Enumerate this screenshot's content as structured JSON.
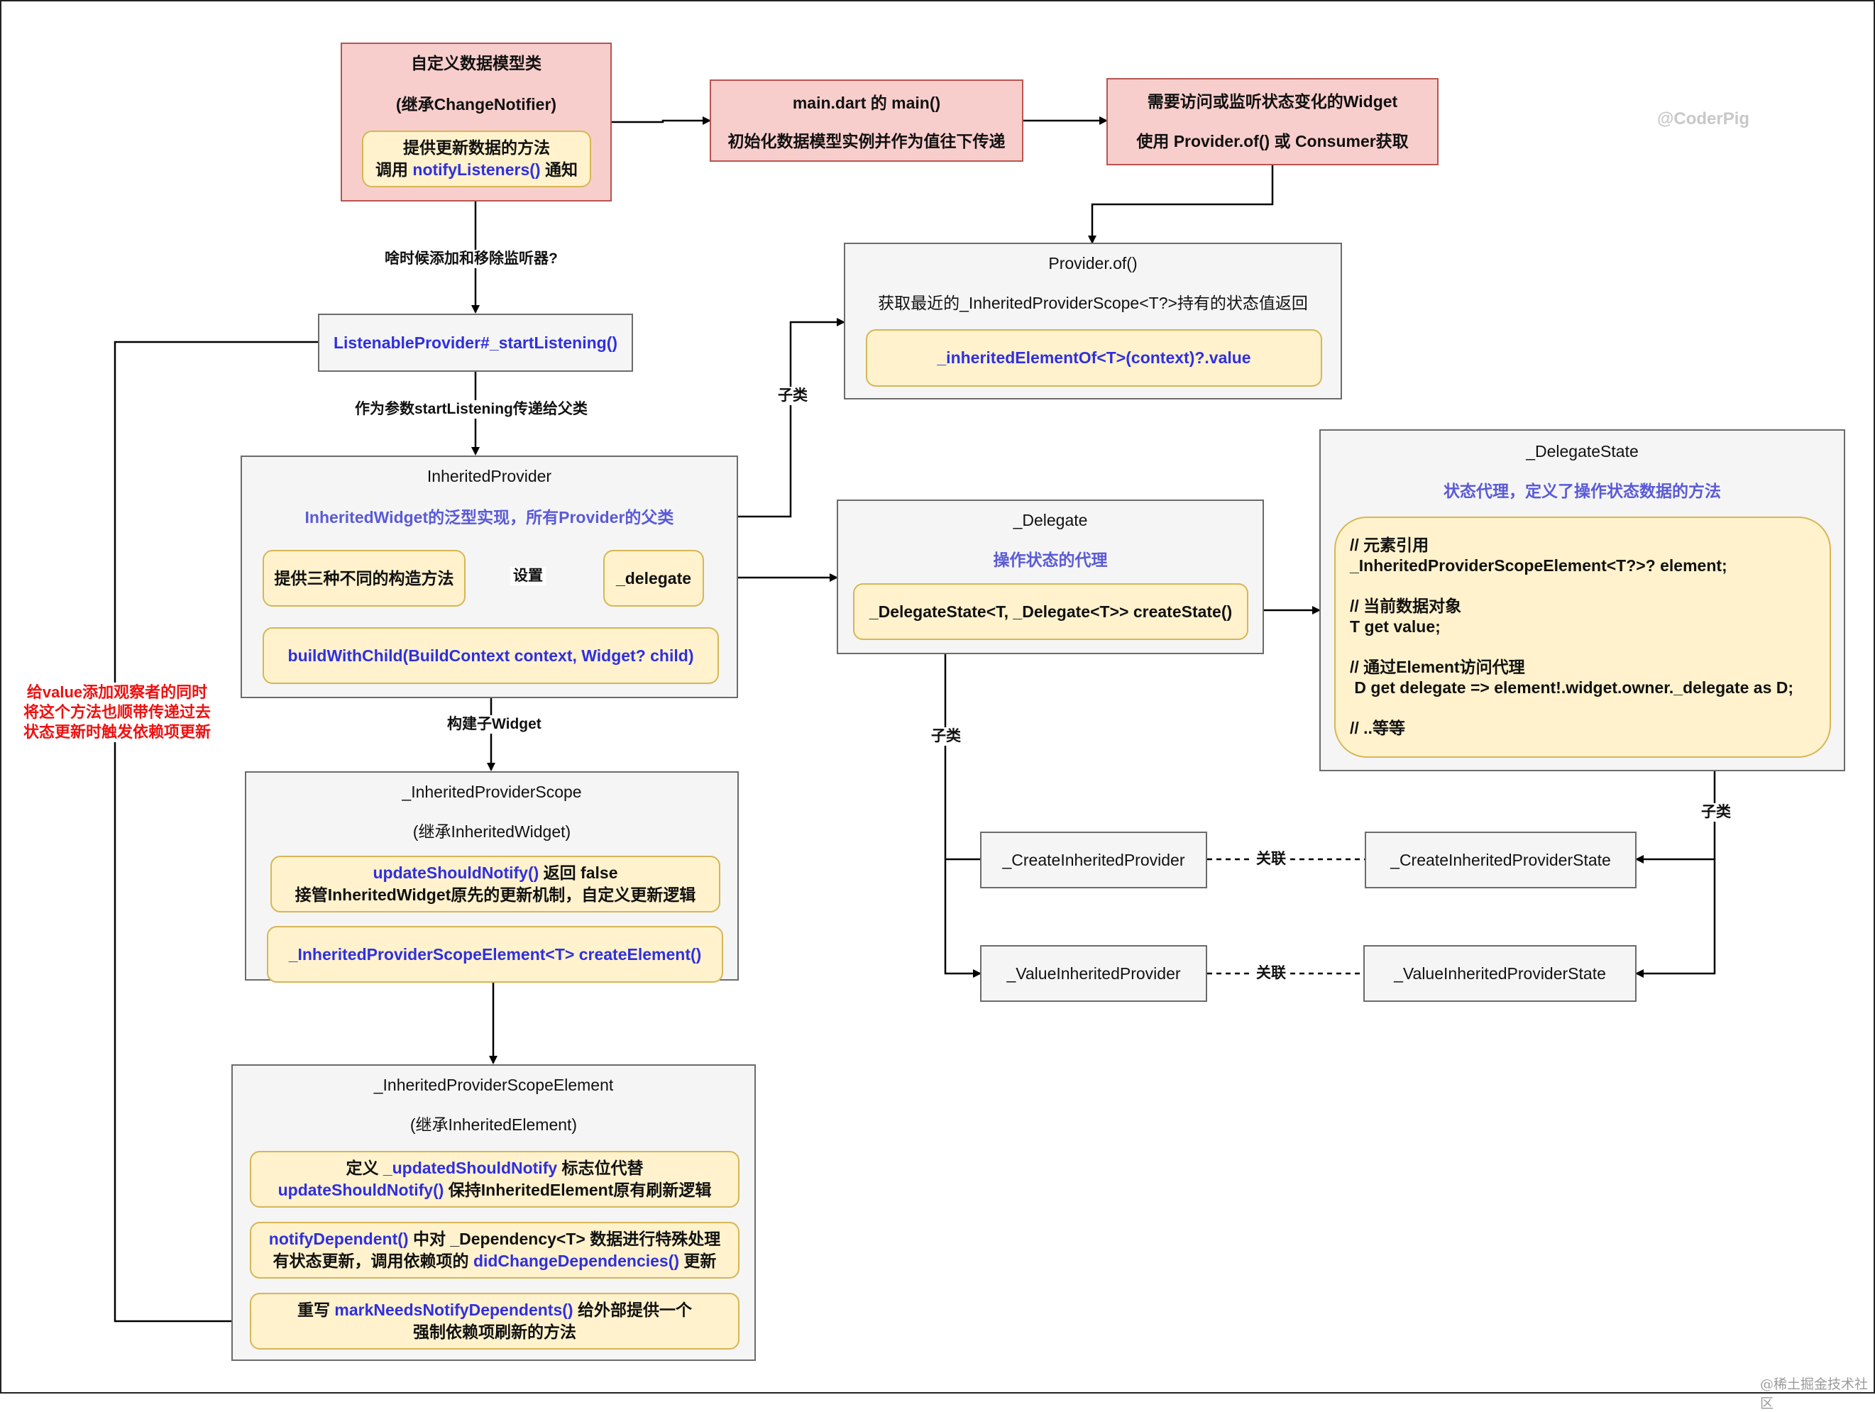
{
  "model_box": {
    "title": "自定义数据模型类",
    "subtitle": "(继承ChangeNotifier)",
    "inner_line1": "提供更新数据的方法",
    "inner_prefix": "调用 ",
    "inner_method": "notifyListeners()",
    "inner_suffix": " 通知"
  },
  "main_box": {
    "line1": "main.dart 的 main()",
    "line2": "初始化数据模型实例并作为值往下传递"
  },
  "widget_box": {
    "line1": "需要访问或监听状态变化的Widget",
    "line2": "使用 Provider.of() 或 Consumer获取"
  },
  "watermark": "@CoderPig",
  "site_watermark": "@稀土掘金技术社区",
  "provider_of": {
    "title": "Provider.of()",
    "desc": "获取最近的_InheritedProviderScope<T?>持有的状态值返回",
    "inner": "_inheritedElementOf<T>(context)?.value"
  },
  "listenable": {
    "label": "ListenableProvider#_startListening()"
  },
  "inherited_provider": {
    "title": "InheritedProvider",
    "desc": "InheritedWidget的泛型实现，所有Provider的父类",
    "ctor": "提供三种不同的构造方法",
    "delegate": "_delegate",
    "build": "buildWithChild(BuildContext context, Widget? child)"
  },
  "delegate_box": {
    "title": "_Delegate",
    "desc": "操作状态的代理",
    "inner": "_DelegateState<T, _Delegate<T>> createState()"
  },
  "delegate_state": {
    "title": "_DelegateState",
    "desc": "状态代理，定义了操作状态数据的方法",
    "code": [
      "// 元素引用",
      "_InheritedProviderScopeElement<T?>? element;",
      "",
      "// 当前数据对象",
      "T get value;",
      "",
      "// 通过Element访问代理",
      " D get delegate => element!.widget.owner._delegate as D;",
      "",
      "// ..等等"
    ]
  },
  "scope": {
    "title": "_InheritedProviderScope",
    "subtitle": "(继承InheritedWidget)",
    "inner1_method": "updateShouldNotify()",
    "inner1_suffix": " 返回 false",
    "inner1_line2": "接管InheritedWidget原先的更新机制，自定义更新逻辑",
    "inner2": "_InheritedProviderScopeElement<T> createElement()"
  },
  "scope_element": {
    "title": "_InheritedProviderScopeElement",
    "subtitle": "(继承InheritedElement)",
    "inner1_prefix": "定义 ",
    "inner1_field": "_updatedShouldNotify",
    "inner1_mid": " 标志位代替",
    "inner1_method": "updateShouldNotify()",
    "inner1_suffix": " 保持InheritedElement原有刷新逻辑",
    "inner2_method": "notifyDependent()",
    "inner2_mid": " 中对 _Dependency<T> 数据进行特殊处理",
    "inner2_prefix2": "有状态更新，调用依赖项的 ",
    "inner2_method2": "didChangeDependencies()",
    "inner2_suffix2": " 更新",
    "inner3_prefix": "重写 ",
    "inner3_method": "markNeedsNotifyDependents()",
    "inner3_suffix": " 给外部提供一个",
    "inner3_line2": "强制依赖项刷新的方法"
  },
  "create_provider": "_CreateInheritedProvider",
  "create_state": "_CreateInheritedProviderState",
  "value_provider": "_ValueInheritedProvider",
  "value_state": "_ValueInheritedProviderState",
  "labels": {
    "when_listen": "啥时候添加和移除监听器?",
    "as_param": "作为参数startListening传递给父类",
    "subclass": "子类",
    "setting": "设置",
    "build_child": "构建子Widget",
    "related": "关联"
  },
  "red_note": [
    "给value添加观察者的同时",
    "将这个方法也顺带传递过去",
    "状态更新时触发依赖项更新"
  ],
  "colors": {
    "red_fill": "#f8cecc",
    "yellow_fill": "#fff2cc",
    "gray_fill": "#f5f5f5",
    "method_blue": "#2f2fe0",
    "desc_purple": "#5a5ad8",
    "note_red": "#ee1111"
  }
}
